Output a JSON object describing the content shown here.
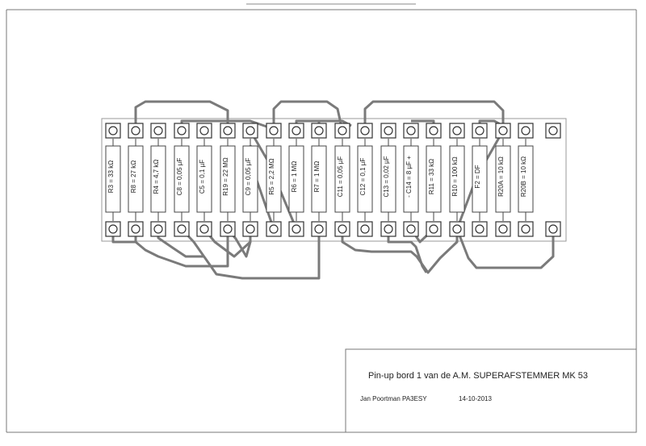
{
  "title_block": {
    "title": "Pin-up bord 1 van de A.M. SUPERAFSTEMMER MK 53",
    "author": "Jan Poortman  PA3ESY",
    "date": "14-10-2013"
  },
  "components": [
    {
      "label": "R3 = 33 kΩ",
      "type": "resistor"
    },
    {
      "label": "R8 = 27 kΩ",
      "type": "resistor"
    },
    {
      "label": "R4 = 4,7 kΩ",
      "type": "resistor"
    },
    {
      "label": "C8 = 0,05 µF",
      "type": "capacitor"
    },
    {
      "label": "C5 = 0,1 µF",
      "type": "capacitor"
    },
    {
      "label": "R19 = 22 MΩ",
      "type": "resistor"
    },
    {
      "label": "C9 = 0,05 µF",
      "type": "capacitor"
    },
    {
      "label": "R5 = 2,2 MΩ",
      "type": "resistor"
    },
    {
      "label": "R6 = 1 MΩ",
      "type": "resistor"
    },
    {
      "label": "R7 = 1 MΩ",
      "type": "resistor"
    },
    {
      "label": "C11 = 0,05 µF",
      "type": "capacitor"
    },
    {
      "label": "C12 = 0,1 µF",
      "type": "capacitor"
    },
    {
      "label": "C13 = 0,02 µF",
      "type": "capacitor"
    },
    {
      "label": "-  C14 = 8 µF  +",
      "type": "electrolytic"
    },
    {
      "label": "R11 = 33 kΩ",
      "type": "resistor"
    },
    {
      "label": "R10 = 100 kΩ",
      "type": "resistor"
    },
    {
      "label": "F2 = DF",
      "type": "filament"
    },
    {
      "label": "R20A = 10 kΩ",
      "type": "resistor"
    },
    {
      "label": "R20B = 10 kΩ",
      "type": "resistor"
    }
  ],
  "colors": {
    "wire": "#7a7a7a",
    "outline": "#555555",
    "board_edge": "#9a9a9a"
  }
}
